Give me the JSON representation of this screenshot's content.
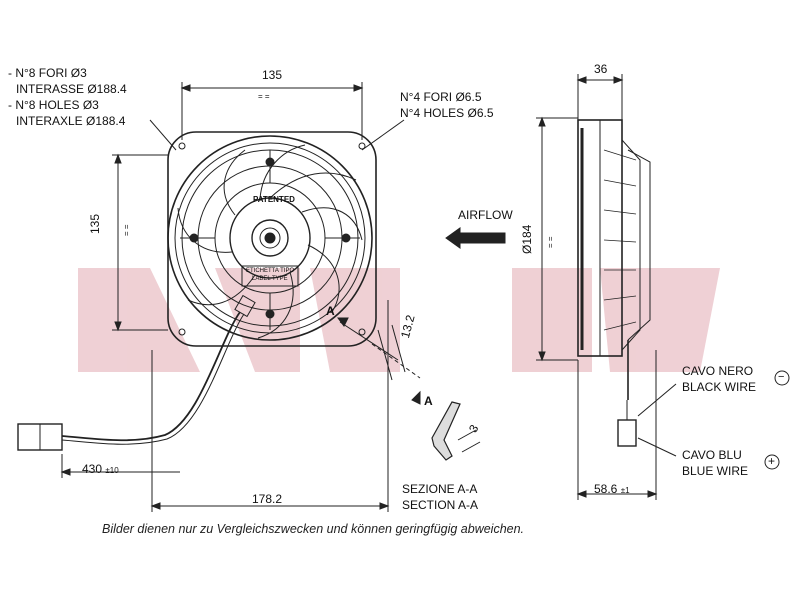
{
  "callouts": {
    "holes_small": [
      "- N°8 FORI Ø3",
      "  INTERASSE Ø188.4",
      "- N°8 HOLES Ø3",
      "  INTERAXLE Ø188.4"
    ],
    "holes_large": [
      "N°4 FORI Ø6.5",
      "N°4 HOLES Ø6.5"
    ],
    "airflow": "AIRFLOW",
    "black_wire": [
      "CAVO NERO",
      "BLACK WIRE"
    ],
    "blue_wire": [
      "CAVO BLU",
      "BLUE WIRE"
    ],
    "section": [
      "SEZIONE A-A",
      "SECTION A-A"
    ],
    "section_mark_top": "A",
    "section_mark_bottom": "A",
    "patented": "PATENTED",
    "sticker": [
      "ETICHETTA TIPO",
      "LABEL TYPE"
    ],
    "minus_symbol": "−",
    "plus_symbol": "+"
  },
  "dimensions": {
    "width_top": "135",
    "height_left": "135",
    "depth": "36",
    "diameter": "Ø184",
    "overall_width": "178.2",
    "cable_length": "430",
    "cable_tol": "±10",
    "section_offset": "13.2",
    "section_thickness": "3",
    "side_depth": "58.6",
    "side_tol": "±1",
    "eq": "= ="
  },
  "footer": {
    "disclaimer": "Bilder dienen nur zu Vergleichszwecken und können geringfügig abweichen."
  },
  "watermark": {
    "text": "AKS DASIS",
    "color": "#d9a0a8"
  }
}
